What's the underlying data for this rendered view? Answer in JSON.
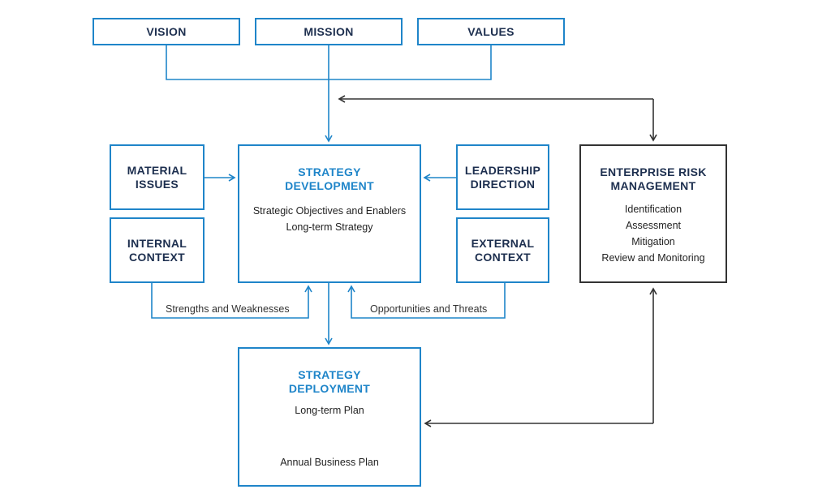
{
  "top_boxes": {
    "vision": "VISION",
    "mission": "MISSION",
    "values": "VALUES"
  },
  "material_issues": [
    "MATERIAL",
    "ISSUES"
  ],
  "internal_context": [
    "INTERNAL",
    "CONTEXT"
  ],
  "leadership_direction": [
    "LEADERSHIP",
    "DIRECTION"
  ],
  "external_context": [
    "EXTERNAL",
    "CONTEXT"
  ],
  "strategy_development": {
    "title": [
      "STRATEGY",
      "DEVELOPMENT"
    ],
    "items": [
      "Strategic Objectives and Enablers",
      "Long-term Strategy"
    ]
  },
  "enterprise_risk": {
    "title": [
      "ENTERPRISE RISK",
      "MANAGEMENT"
    ],
    "items": [
      "Identification",
      "Assessment",
      "Mitigation",
      "Review and Monitoring"
    ]
  },
  "strategy_deployment": {
    "title": [
      "STRATEGY",
      "DEPLOYMENT"
    ],
    "items": [
      "Long-term Plan",
      "Annual Business Plan"
    ]
  },
  "connector_labels": {
    "strengths": "Strengths and Weaknesses",
    "opportunities": "Opportunities and Threats"
  },
  "colors": {
    "blue": "#1f85c9",
    "navy": "#1d2f4f",
    "dark": "#333333"
  }
}
